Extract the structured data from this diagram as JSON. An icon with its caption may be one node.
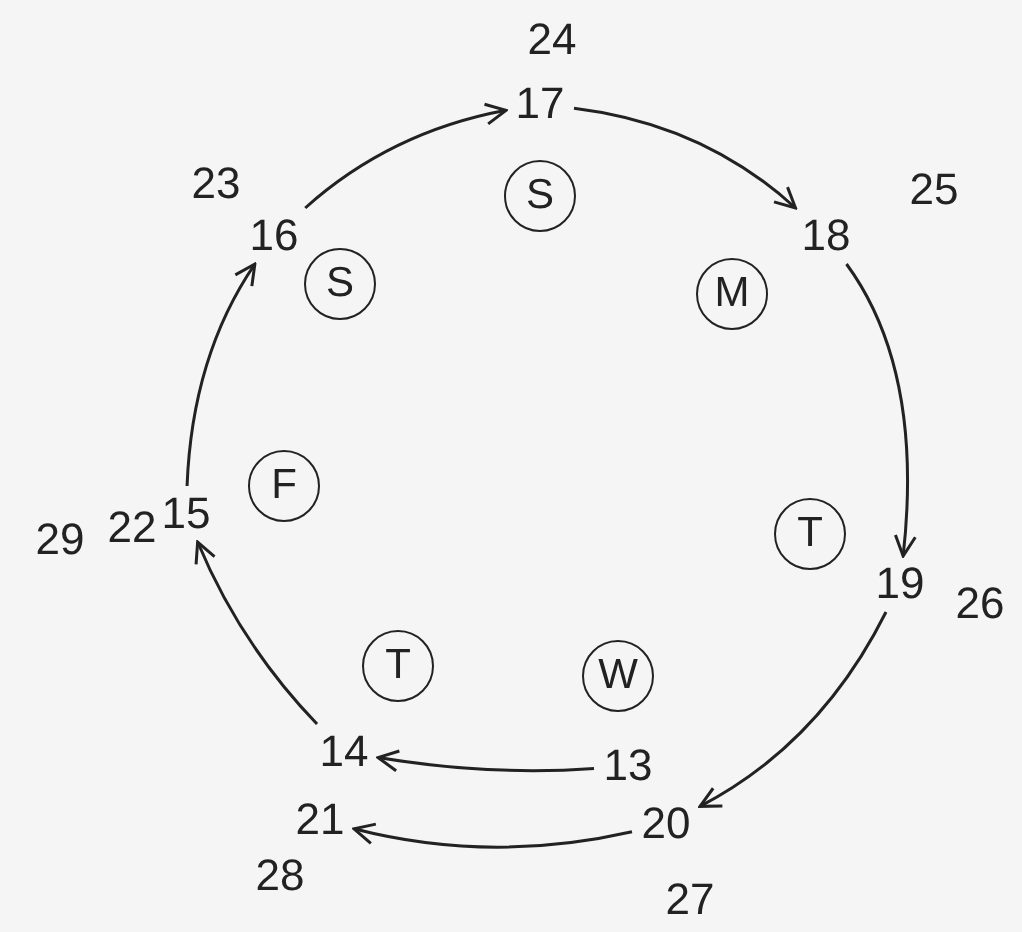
{
  "diagram": {
    "nodes": [
      {
        "text": [
          "17"
        ]
      },
      {
        "text": [
          "16"
        ]
      },
      {
        "text": [
          "18"
        ]
      },
      {
        "text": [
          "S"
        ]
      },
      {
        "text": [
          "S"
        ]
      },
      {
        "text": [
          "M"
        ]
      },
      {
        "text": [
          "F"
        ]
      },
      {
        "text": [
          "T"
        ]
      },
      {
        "text": [
          "15"
        ]
      },
      {
        "text": [
          "19"
        ]
      },
      {
        "text": [
          "T"
        ]
      },
      {
        "text": [
          "W"
        ]
      },
      {
        "text": [
          "14"
        ]
      },
      {
        "text": [
          "13"
        ]
      },
      {
        "text": [
          "21"
        ]
      },
      {
        "text": [
          "20"
        ]
      }
    ],
    "edges": [
      {
        "from": 1,
        "to": 0,
        "arrow": "to"
      },
      {
        "from": 0,
        "to": 2,
        "arrow": "to"
      },
      {
        "from": 2,
        "to": 9,
        "arrow": "to"
      },
      {
        "from": 9,
        "to": 15,
        "arrow": "to"
      },
      {
        "from": 15,
        "to": 14,
        "arrow": "to"
      },
      {
        "from": 13,
        "to": 12,
        "arrow": "to"
      },
      {
        "from": 12,
        "to": 8,
        "arrow": "to"
      },
      {
        "from": 8,
        "to": 1,
        "arrow": "to"
      }
    ],
    "labels": [
      "24",
      "23",
      "25",
      "29",
      "22",
      "26",
      "28",
      "27"
    ]
  }
}
